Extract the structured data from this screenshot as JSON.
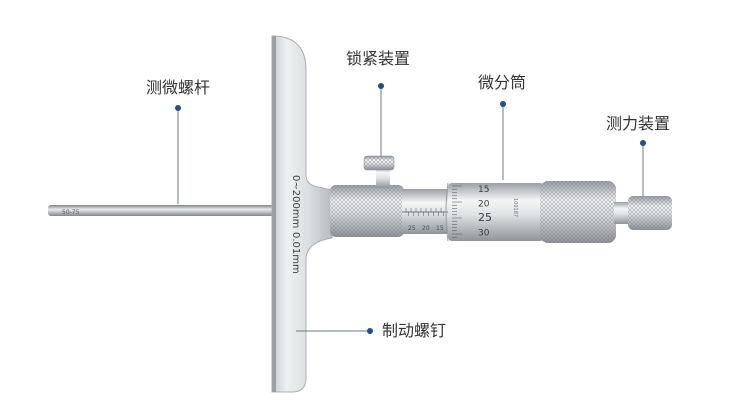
{
  "labels": {
    "rod": "测微螺杆",
    "lock": "锁紧装置",
    "thimble": "微分筒",
    "ratchet": "测力装置",
    "screw": "制动螺钉"
  },
  "instrument": {
    "base_marking_range": "0~200mm",
    "base_marking_resolution": "0.01mm",
    "rod_marking": "50-75",
    "thimble_marking": "100187",
    "thimble_scale": [
      "15",
      "20",
      "25",
      "30"
    ],
    "sleeve_scale": [
      "25",
      "20",
      "15"
    ]
  },
  "colors": {
    "marker": "#1f4e8c",
    "leader": "#6c7a86",
    "metal_light": "#f2f3f4",
    "metal_mid": "#c9cdd0",
    "metal_dark": "#8e949a"
  }
}
